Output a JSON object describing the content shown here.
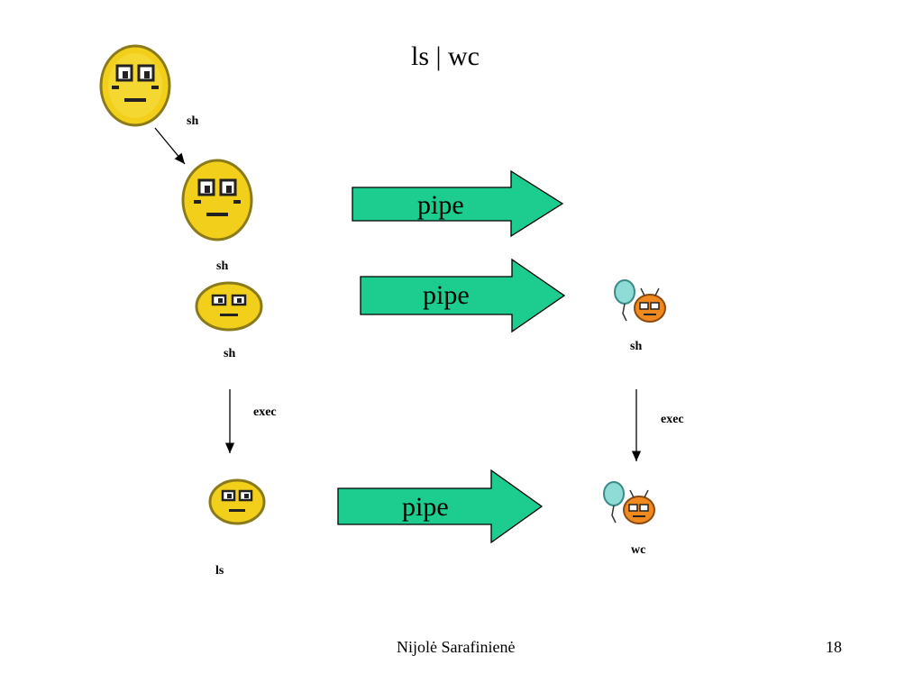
{
  "slide": {
    "title": "ls | wc",
    "footer_author": "Nijolė Sarafinienė",
    "page_number": "18"
  },
  "processes": {
    "sh_top": "sh",
    "sh_second": "sh",
    "sh_third": "sh",
    "ls": "ls",
    "sh_right": "sh",
    "wc": "wc"
  },
  "arrows": {
    "pipe_1": "pipe",
    "pipe_2": "pipe",
    "pipe_3": "pipe",
    "exec_left": "exec",
    "exec_right": "exec"
  },
  "colors": {
    "pipe_fill": "#1dcc8f",
    "smiley_yellow": "#f4d017",
    "smiley_orange": "#f08a1e",
    "balloon": "#7fd3d0"
  },
  "icons": {
    "smiley": "smiley-face-icon",
    "balloon_smiley": "balloon-smiley-icon"
  }
}
